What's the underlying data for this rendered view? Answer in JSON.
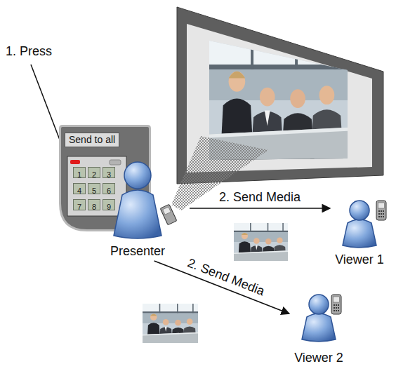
{
  "diagram": {
    "nodes": [
      {
        "text": [
          "Send to all"
        ]
      },
      {
        "text": [
          "1"
        ],
        "in": 0
      },
      {
        "text": [
          "2"
        ],
        "in": 0
      },
      {
        "text": [
          "3"
        ],
        "in": 0
      },
      {
        "text": [
          "4"
        ],
        "in": 0
      },
      {
        "text": [
          "5"
        ],
        "in": 0
      },
      {
        "text": [
          "6"
        ],
        "in": 0
      },
      {
        "text": [
          "7"
        ],
        "in": 0
      },
      {
        "text": [
          "8"
        ],
        "in": 0
      },
      {
        "text": [
          "9"
        ],
        "in": 0
      },
      {
        "text": [
          "Presenter"
        ]
      },
      {
        "text": [
          "Viewer 1"
        ]
      },
      {
        "text": [
          "Viewer 2"
        ]
      }
    ],
    "edges": [
      {
        "from": 10,
        "to": 11,
        "label": "2. Send Media",
        "arrow": "to"
      },
      {
        "from": 10,
        "to": 12,
        "label": "2. Send Media",
        "arrow": "to"
      }
    ],
    "labels": [
      "1. Press"
    ]
  }
}
